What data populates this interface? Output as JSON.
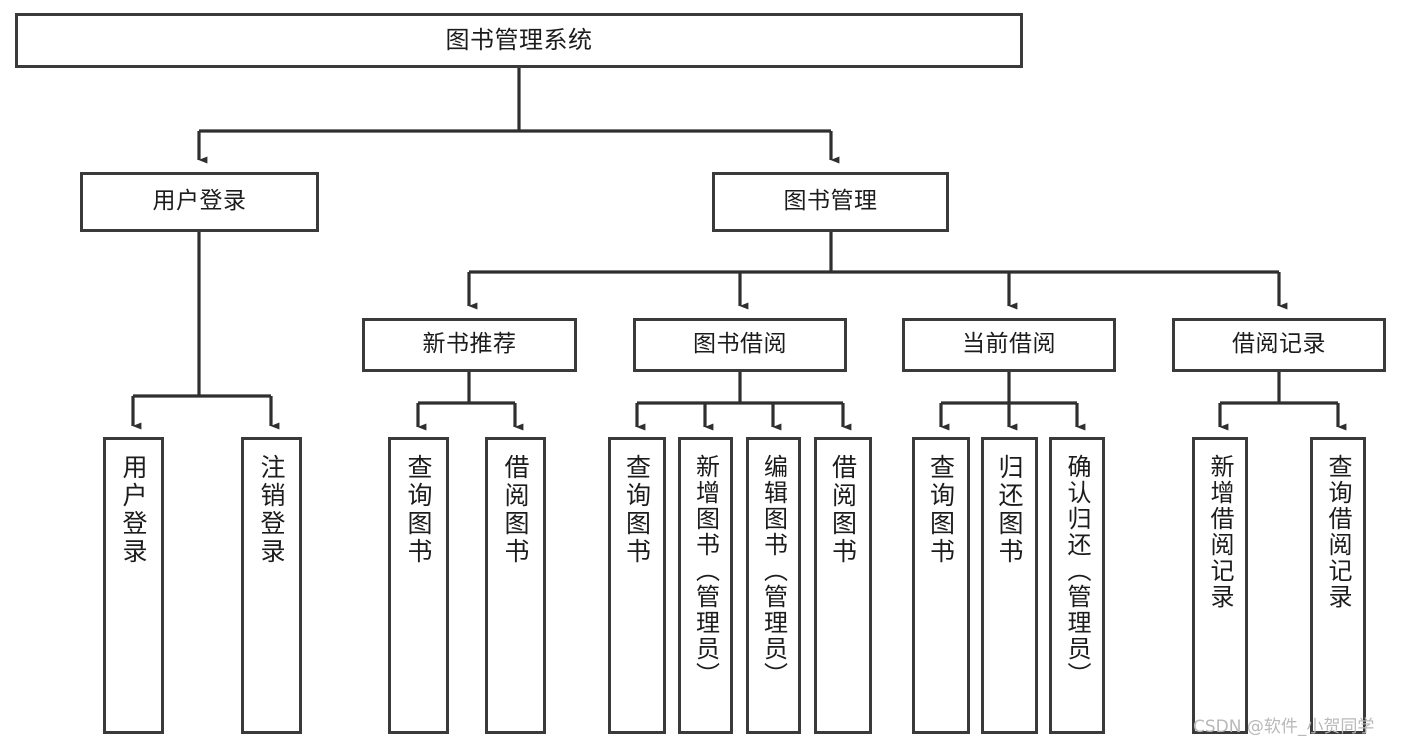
{
  "diagram": {
    "title": "图书管理系统",
    "watermark": "CSDN @软件_小贺同学",
    "line_color": "#3a3a3a",
    "box_fill": "#ffffff",
    "text_color": "#1c1c1c",
    "watermark_color": "#b9b9b9",
    "levels": {
      "level1": "系统",
      "level2": "模块",
      "level3": "子模块",
      "level4": "功能"
    },
    "root": {
      "label": "图书管理系统",
      "children": [
        {
          "label": "用户登录",
          "children": [
            {
              "label": "用户登录"
            },
            {
              "label": "注销登录"
            }
          ]
        },
        {
          "label": "图书管理",
          "children": [
            {
              "label": "新书推荐",
              "children": [
                {
                  "label": "查询图书"
                },
                {
                  "label": "借阅图书"
                }
              ]
            },
            {
              "label": "图书借阅",
              "children": [
                {
                  "label": "查询图书"
                },
                {
                  "label": "新增图书（管理员）"
                },
                {
                  "label": "编辑图书（管理员）"
                },
                {
                  "label": "借阅图书"
                }
              ]
            },
            {
              "label": "当前借阅",
              "children": [
                {
                  "label": "查询图书"
                },
                {
                  "label": "归还图书"
                },
                {
                  "label": "确认归还（管理员）"
                }
              ]
            },
            {
              "label": "借阅记录",
              "children": [
                {
                  "label": "新增借阅记录"
                },
                {
                  "label": "查询借阅记录"
                }
              ]
            }
          ]
        }
      ]
    },
    "nodes": {
      "root": "图书管理系统",
      "user_login": "用户登录",
      "book_manage": "图书管理",
      "new_book_rec": "新书推荐",
      "book_borrow": "图书借阅",
      "current_borrow": "当前借阅",
      "borrow_record": "借阅记录",
      "leaf_user_login": "用户登录",
      "leaf_user_logout": "注销登录",
      "leaf_rec_query": "查询图书",
      "leaf_rec_borrow": "借阅图书",
      "leaf_bb_query": "查询图书",
      "leaf_bb_add": "新增图书（管理员）",
      "leaf_bb_edit": "编辑图书（管理员）",
      "leaf_bb_borrow": "借阅图书",
      "leaf_cb_query": "查询图书",
      "leaf_cb_return": "归还图书",
      "leaf_cb_confirm": "确认归还（管理员）",
      "leaf_br_add": "新增借阅记录",
      "leaf_br_query": "查询借阅记录"
    }
  }
}
